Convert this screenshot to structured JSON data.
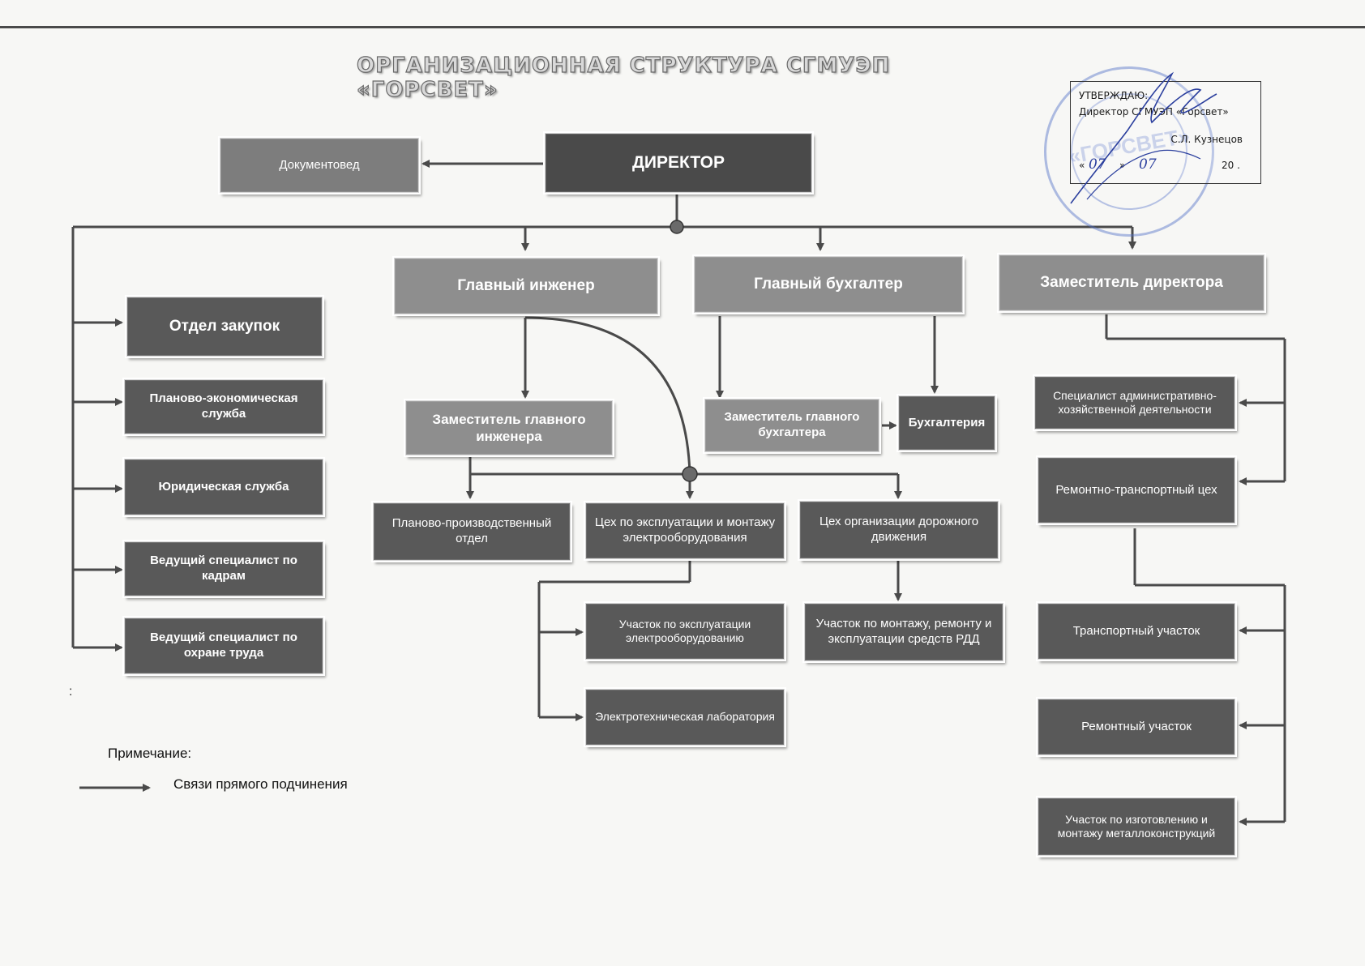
{
  "title": "ОРГАНИЗАЦИОННАЯ СТРУКТУРА  СГМУЭП «ГОРСВЕТ»",
  "approval": {
    "line1": "УТВЕРЖДАЮ:",
    "line2": "Директор СГМУЭП «Горсвет»",
    "signer": "С.Л. Кузнецов",
    "date_open_quote": "«",
    "date_day": "07",
    "date_close_quote": "»",
    "date_month": "07",
    "date_year": "20 .",
    "stamp_label": "«ГОРСВЕТ»"
  },
  "boxes": {
    "director": "ДИРЕКТОР",
    "dokumentoved": "Документовед",
    "chief_engineer": "Главный инженер",
    "chief_accountant": "Главный бухгалтер",
    "deputy_director": "Заместитель директора",
    "procurement": "Отдел закупок",
    "planning_economic": "Планово-экономическая служба",
    "legal": "Юридическая служба",
    "hr": "Ведущий  специалист по кадрам",
    "labor_safety": "Ведущий  специалист по охране труда",
    "deputy_chief_engineer": "Заместитель главного инженера",
    "deputy_chief_accountant": "Заместитель главного бухгалтера",
    "accounting": "Бухгалтерия",
    "admin_specialist": "Специалист административно-хозяйственной деятельности",
    "repair_transport_shop": "Ремонтно-транспортный цех",
    "planning_production": "Планово-производственный отдел",
    "electrical_shop": "Цех по эксплуатации и монтажу электрооборудования",
    "traffic_shop": "Цех  организации дорожного движения",
    "electrical_section": "Участок  по эксплуатации электрооборудованию",
    "electrotech_lab": "Электротехническая лаборатория",
    "traffic_section": "Участок по монтажу, ремонту и эксплуатации средств РДД",
    "transport_section": "Транспортный участок",
    "repair_section": "Ремонтный участок",
    "metal_section": "Участок по изготовлению и монтажу металлоконструкций"
  },
  "legend": {
    "note_label": "Примечание:",
    "arrow_meaning": "Связи прямого подчинения"
  },
  "stray_mark": ":",
  "colors": {
    "box_dark": "#595959",
    "box_mid": "#7d7d7d",
    "box_light": "#8e8e8e",
    "line": "#4a4a4a",
    "stamp": "#506ec8",
    "ink": "#2b3f9e"
  }
}
